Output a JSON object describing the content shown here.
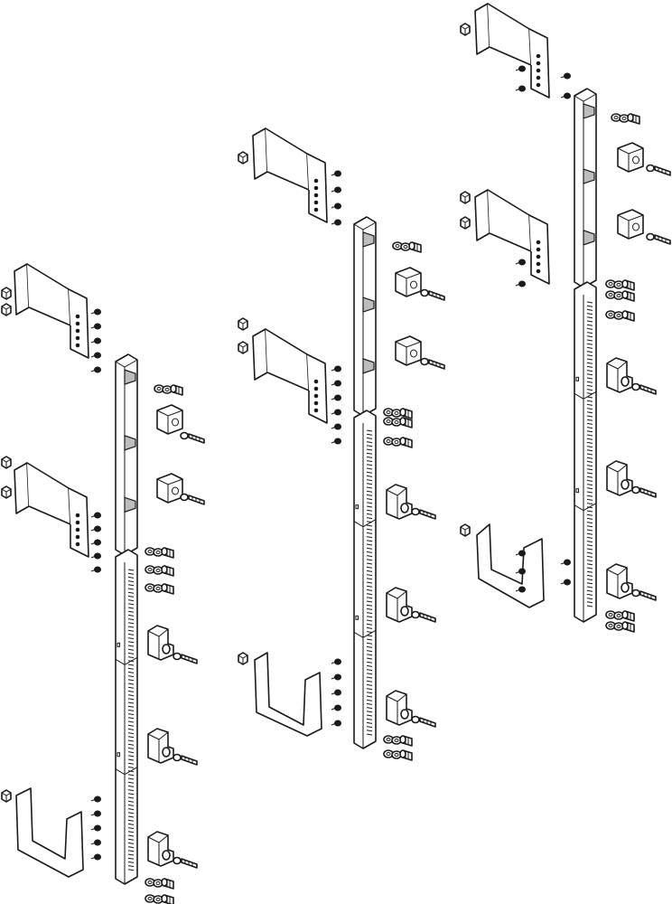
{
  "drawing": {
    "background": "#ffffff",
    "line_color": "#1a1a1a",
    "shade_color": "#bdbdbd",
    "assemblies": [
      {
        "id": "left",
        "busbar_sections": 3,
        "brackets": 3
      },
      {
        "id": "middle",
        "busbar_sections": 3,
        "brackets": 3
      },
      {
        "id": "right",
        "busbar_sections": 3,
        "brackets": 3
      }
    ]
  }
}
